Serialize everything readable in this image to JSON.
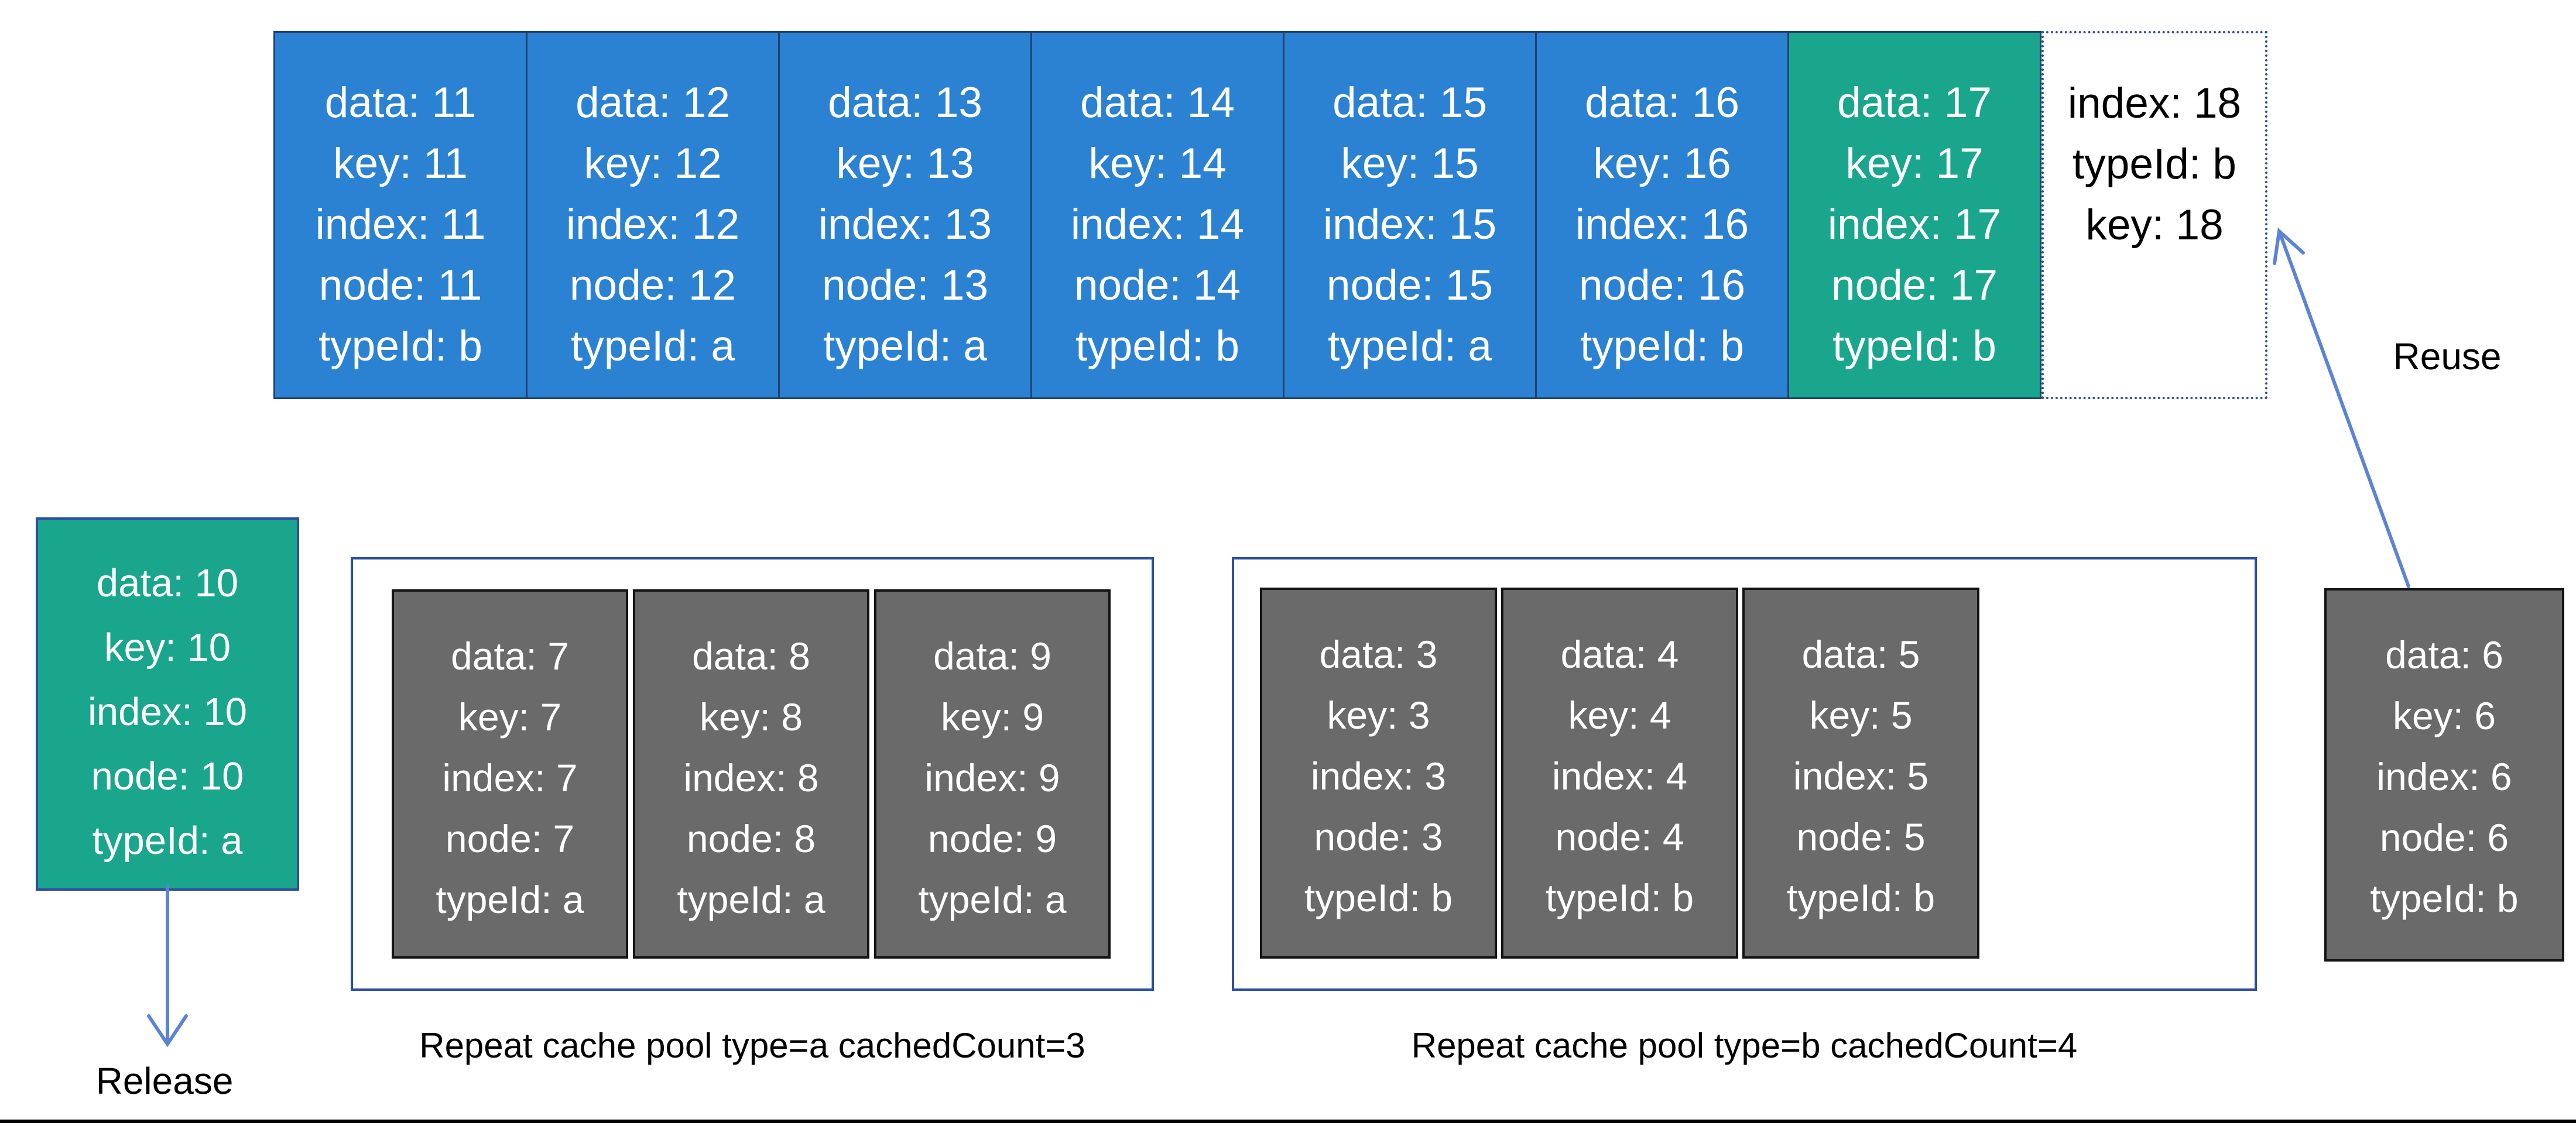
{
  "colors": {
    "blue_fill": "#2B82D2",
    "green_fill": "#19A68C",
    "gray_fill": "#6A6A6A",
    "navy_border": "#1F4170",
    "box_border": "#2B4EA1",
    "gray_card_border": "#141414",
    "arrow": "#5B83D6",
    "text_on_card": "#FFFFFF",
    "text_dark": "#000000"
  },
  "top_row": {
    "cards": [
      {
        "variant": "blue",
        "lines": [
          "data: 11",
          "key: 11",
          "index: 11",
          "node: 11",
          "typeId: b"
        ]
      },
      {
        "variant": "blue",
        "lines": [
          "data: 12",
          "key: 12",
          "index: 12",
          "node: 12",
          "typeId: a"
        ]
      },
      {
        "variant": "blue",
        "lines": [
          "data: 13",
          "key: 13",
          "index: 13",
          "node: 13",
          "typeId: a"
        ]
      },
      {
        "variant": "blue",
        "lines": [
          "data: 14",
          "key: 14",
          "index: 14",
          "node: 14",
          "typeId: b"
        ]
      },
      {
        "variant": "blue",
        "lines": [
          "data: 15",
          "key: 15",
          "index: 15",
          "node: 15",
          "typeId: a"
        ]
      },
      {
        "variant": "blue",
        "lines": [
          "data: 16",
          "key: 16",
          "index: 16",
          "node: 16",
          "typeId: b"
        ]
      },
      {
        "variant": "green",
        "lines": [
          "data: 17",
          "key: 17",
          "index: 17",
          "node: 17",
          "typeId: b"
        ]
      }
    ],
    "placeholder": {
      "lines": [
        "index: 18",
        "typeId: b",
        "key: 18"
      ]
    }
  },
  "released_card": {
    "lines": [
      "data: 10",
      "key: 10",
      "index: 10",
      "node: 10",
      "typeId: a"
    ]
  },
  "pools": [
    {
      "label": "Repeat cache pool type=a  cachedCount=3",
      "cards": [
        {
          "lines": [
            "data: 7",
            "key: 7",
            "index: 7",
            "node: 7",
            "typeId: a"
          ]
        },
        {
          "lines": [
            "data: 8",
            "key: 8",
            "index: 8",
            "node: 8",
            "typeId: a"
          ]
        },
        {
          "lines": [
            "data: 9",
            "key: 9",
            "index: 9",
            "node: 9",
            "typeId: a"
          ]
        }
      ]
    },
    {
      "label": "Repeat cache pool type=b  cachedCount=4",
      "cards": [
        {
          "lines": [
            "data: 3",
            "key: 3",
            "index: 3",
            "node: 3",
            "typeId: b"
          ]
        },
        {
          "lines": [
            "data: 4",
            "key: 4",
            "index: 4",
            "node: 4",
            "typeId: b"
          ]
        },
        {
          "lines": [
            "data: 5",
            "key: 5",
            "index: 5",
            "node: 5",
            "typeId: b"
          ]
        }
      ]
    }
  ],
  "reuse_card": {
    "lines": [
      "data: 6",
      "key: 6",
      "index: 6",
      "node: 6",
      "typeId: b"
    ]
  },
  "annotations": {
    "reuse": "Reuse",
    "release": "Release"
  }
}
